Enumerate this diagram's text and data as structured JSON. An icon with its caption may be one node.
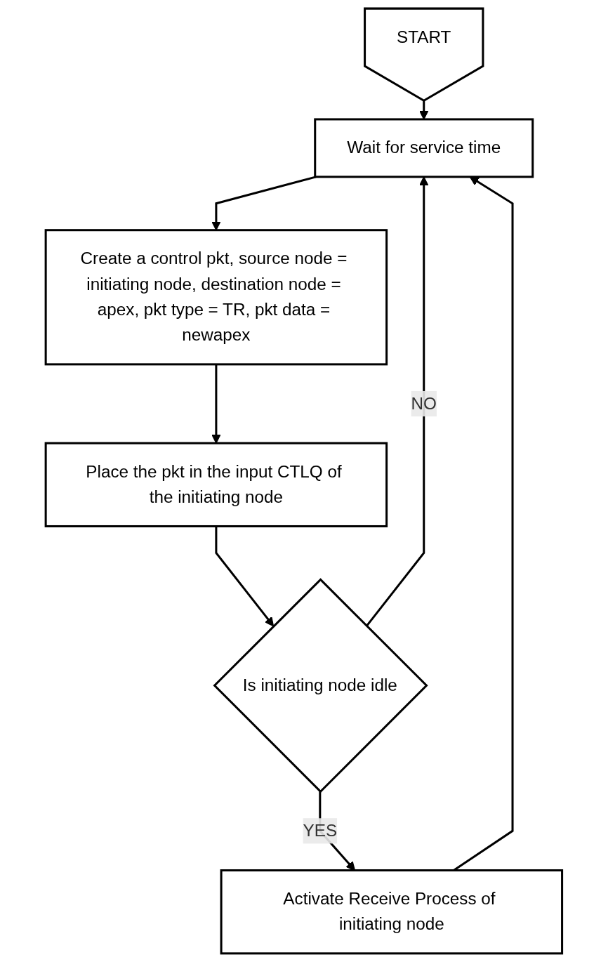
{
  "diagram": {
    "nodes": [
      {
        "text": [
          "START"
        ]
      },
      {
        "text": [
          "Wait for service time"
        ]
      },
      {
        "text": [
          "Create a control pkt, source node = initiating node, destination node = apex, pkt type = TR, pkt data = newapex"
        ]
      },
      {
        "text": [
          "Place the pkt in the input CTLQ of the initiating node"
        ]
      },
      {
        "text": [
          "Is initiating node idle"
        ]
      },
      {
        "text": [
          "Activate Receive Process of initiating node"
        ]
      }
    ],
    "edges": [
      {
        "from": 0,
        "to": 1,
        "arrow": "to"
      },
      {
        "from": 1,
        "to": 2,
        "arrow": "to"
      },
      {
        "from": 2,
        "to": 3,
        "arrow": "to"
      },
      {
        "from": 3,
        "to": 4,
        "arrow": "to"
      },
      {
        "from": 4,
        "to": 1,
        "arrow": "to",
        "label": "NO"
      },
      {
        "from": 4,
        "to": 5,
        "arrow": "to",
        "label": "YES"
      },
      {
        "from": 5,
        "to": 1,
        "arrow": "to"
      }
    ]
  }
}
